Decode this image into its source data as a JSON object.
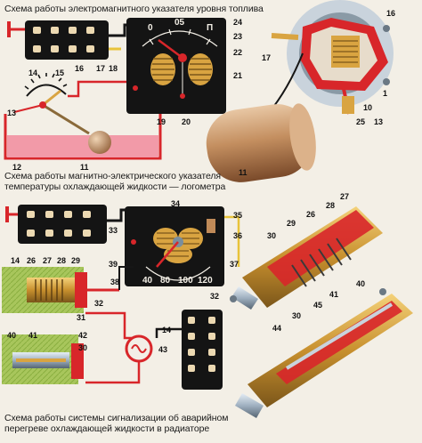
{
  "captions": {
    "fuel_gauge": "Схема работы электромагнитного указателя уровня топлива",
    "temp_gauge_line1": "Схема работы магнитно-электрического указателя",
    "temp_gauge_line2": "температуры охлаждающей жидкости — логометра",
    "alarm_line1": "Схема работы системы сигнализации об аварийном",
    "alarm_line2": "перегреве охлаждающей жидкости в радиаторе"
  },
  "fuel_dial": {
    "left": "0",
    "center": "05",
    "right": "П"
  },
  "temp_dial": {
    "t40": "40",
    "t80": "80",
    "t100": "100",
    "t120": "120"
  },
  "labels": {
    "n1": "1",
    "n10": "10",
    "n11a": "11",
    "n11b": "11",
    "n12": "12",
    "n13a": "13",
    "n13b": "13",
    "n14a": "14",
    "n14b": "14",
    "n14c": "14",
    "n15": "15",
    "n16a": "16",
    "n16b": "16",
    "n17a": "17",
    "n17b": "17",
    "n18": "18",
    "n19": "19",
    "n20": "20",
    "n21": "21",
    "n22": "22",
    "n23": "23",
    "n24": "24",
    "n25": "25",
    "n26a": "26",
    "n26b": "26",
    "n27": "27",
    "n28a": "28",
    "n28b": "28",
    "n29a": "29",
    "n29b": "29",
    "n30a": "30",
    "n30b": "30",
    "n30c": "30",
    "n31": "31",
    "n32a": "32",
    "n32b": "32",
    "n33": "33",
    "n34": "34",
    "n35": "35",
    "n36": "36",
    "n37": "37",
    "n38": "38",
    "n39": "39",
    "n40a": "40",
    "n40b": "40",
    "n41a": "41",
    "n41b": "41",
    "n42": "42",
    "n43": "43",
    "n44": "44",
    "n45": "45"
  },
  "colors": {
    "wire_red": "#d8262a",
    "wire_black": "#161616",
    "wire_yellow": "#e8c33a",
    "coolant_green": "#9fbf54",
    "fuel_pink": "#f29aa8",
    "copper": "#c08a58",
    "brass": "#d9a441",
    "panel": "#141414"
  }
}
